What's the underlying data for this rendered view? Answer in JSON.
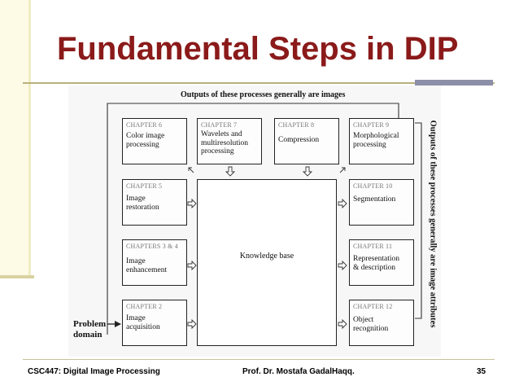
{
  "slide": {
    "title": "Fundamental Steps in DIP",
    "footer_course": "CSC447: Digital Image Processing",
    "footer_professor": "Prof.  Dr. Mostafa GadalHaqq.",
    "page_number": "35"
  },
  "diagram": {
    "top_label": "Outputs of these processes generally are images",
    "side_label": "Outputs of these processes generally are image attributes",
    "problem_domain": [
      "Problem",
      "domain"
    ],
    "knowledge_base": "Knowledge base",
    "boxes": [
      {
        "chapter": "CHAPTER 6",
        "name": [
          "Color image",
          "processing"
        ]
      },
      {
        "chapter": "CHAPTER 7",
        "name": [
          "Wavelets and",
          "multiresolution",
          "processing"
        ]
      },
      {
        "chapter": "CHAPTER 8",
        "name": [
          "Compression"
        ]
      },
      {
        "chapter": "CHAPTER 9",
        "name": [
          "Morphological",
          "processing"
        ]
      },
      {
        "chapter": "CHAPTER 5",
        "name": [
          "Image",
          "restoration"
        ]
      },
      {
        "chapter": "CHAPTER 10",
        "name": [
          "Segmentation"
        ]
      },
      {
        "chapter": "CHAPTERS 3 & 4",
        "name": [
          "Image",
          "enhancement"
        ]
      },
      {
        "chapter": "CHAPTER 11",
        "name": [
          "Representation",
          "& description"
        ]
      },
      {
        "chapter": "CHAPTER 2",
        "name": [
          "Image",
          "acquisition"
        ]
      },
      {
        "chapter": "CHAPTER 12",
        "name": [
          "Object",
          "recognition"
        ]
      }
    ]
  }
}
